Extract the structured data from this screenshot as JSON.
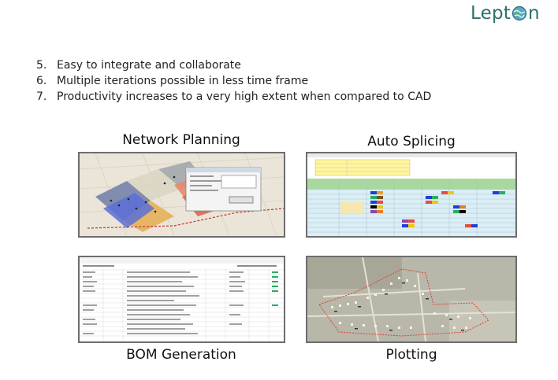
{
  "logo": {
    "text_left": "Lept",
    "text_right": "n"
  },
  "points": [
    {
      "num": "5.",
      "text": "Easy to integrate and collaborate"
    },
    {
      "num": "6.",
      "text": "Multiple iterations possible in less time frame"
    },
    {
      "num": "7.",
      "text": "Productivity increases to a very high extent when compared to CAD"
    }
  ],
  "captions": {
    "network_planning": "Network Planning",
    "auto_splicing": "Auto Splicing",
    "bom_generation": "BOM Generation",
    "plotting": "Plotting"
  },
  "colors": {
    "logo": "#2c6f6a",
    "frame": "#6d6d6d"
  }
}
